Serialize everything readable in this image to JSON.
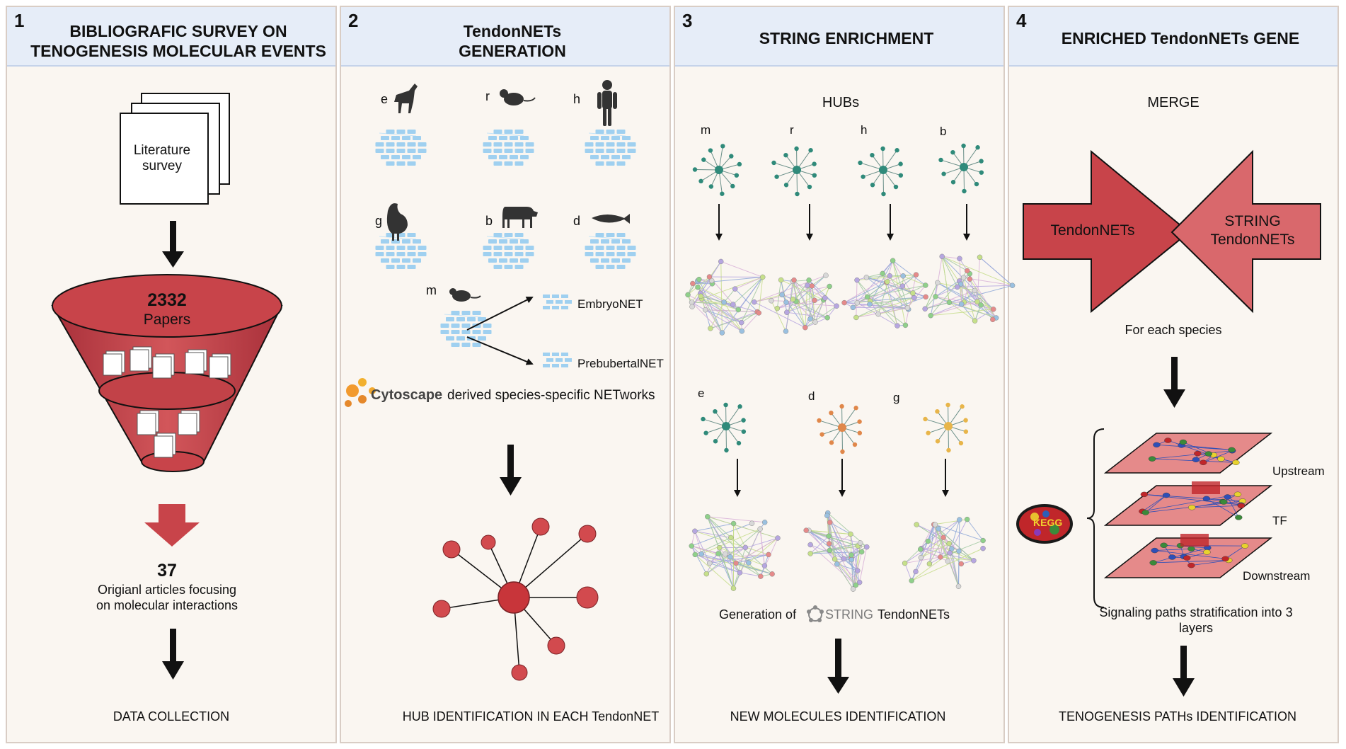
{
  "panels": [
    {
      "number": "1",
      "title_line1": "BIBLIOGRAFIC SURVEY ON",
      "title_line2": "TENOGENESIS MOLECULAR EVENTS"
    },
    {
      "number": "2",
      "title_line1": "TendonNETs",
      "title_line2": "GENERATION"
    },
    {
      "number": "3",
      "title": "STRING ENRICHMENT"
    },
    {
      "number": "4",
      "title": "ENRICHED TendonNETs GENE"
    }
  ],
  "panel1": {
    "literature_line1": "Literature",
    "literature_line2": "survey",
    "papers_count": "2332",
    "papers_label": "Papers",
    "articles_count": "37",
    "articles_line1": "Origianl articles focusing",
    "articles_line2": "on molecular interactions",
    "footer": "DATA COLLECTION"
  },
  "panel2": {
    "species": [
      "e",
      "r",
      "h",
      "g",
      "b",
      "d",
      "m"
    ],
    "embryo_label": "EmbryoNET",
    "prebubertal_label": "PrebubertalNET",
    "cytoscape_logo": "Cytoscape",
    "derived_text": "derived species-specific NETworks",
    "footer": "HUB IDENTIFICATION IN EACH TendonNET"
  },
  "panel3": {
    "hubs_label": "HUBs",
    "species_top": [
      "m",
      "r",
      "h",
      "b"
    ],
    "species_bottom": [
      "e",
      "d",
      "g"
    ],
    "generation_prefix": "Generation of",
    "string_logo": "STRING",
    "generation_suffix": "TendonNETs",
    "footer": "NEW MOLECULES IDENTIFICATION"
  },
  "panel4": {
    "merge_label": "MERGE",
    "arrow_left_label": "TendonNETs",
    "arrow_right_line1": "STRING",
    "arrow_right_line2": "TendonNETs",
    "for_each": "For each species",
    "layer_upstream": "Upstream",
    "layer_tf": "TF",
    "layer_downstream": "Downstream",
    "kegg_logo": "KEGG",
    "stratification_line1": "Signaling paths stratification into 3",
    "stratification_line2": "layers",
    "footer": "TENOGENESIS PATHs IDENTIFICATION"
  },
  "colors": {
    "header_bg": "#e6edf8",
    "panel_bg": "#faf6f1",
    "funnel_red": "#c8444a",
    "hub_red": "#d24a4e",
    "net_blue": "#9fd0f0",
    "hub_teal": "#2f8a7a",
    "hub_orange": "#e0874a",
    "hub_yellow": "#e8b54a",
    "arrow_dark": "#c9444a",
    "arrow_light": "#d9686c"
  }
}
